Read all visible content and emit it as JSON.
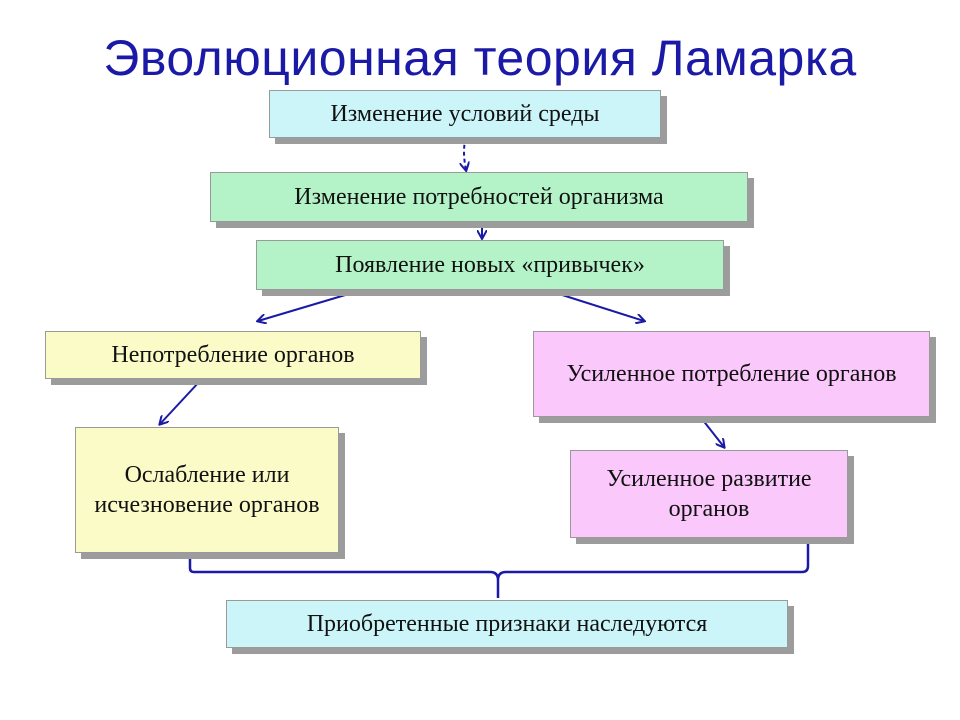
{
  "title": "Эволюционная теория Ламарка",
  "boxes": {
    "env_change": "Изменение условий среды",
    "needs_change": "Изменение потребностей организма",
    "new_habits": "Появление новых «привычек»",
    "organ_disuse": "Непотребление органов",
    "organ_weakening": "Ослабление или исчезновение органов",
    "organ_use": "Усиленное потребление органов",
    "organ_development": "Усиленное развитие органов",
    "inherited_traits": "Приобретенные признаки наследуются"
  },
  "colors": {
    "title": "#1a1aa6",
    "connector": "#1a1aa6",
    "cyan_box": "#ccf5fa",
    "green_box": "#b4f3c8",
    "yellow_box": "#fbfbc8",
    "pink_box": "#fbc8fb",
    "shadow": "#9c9c9c"
  }
}
